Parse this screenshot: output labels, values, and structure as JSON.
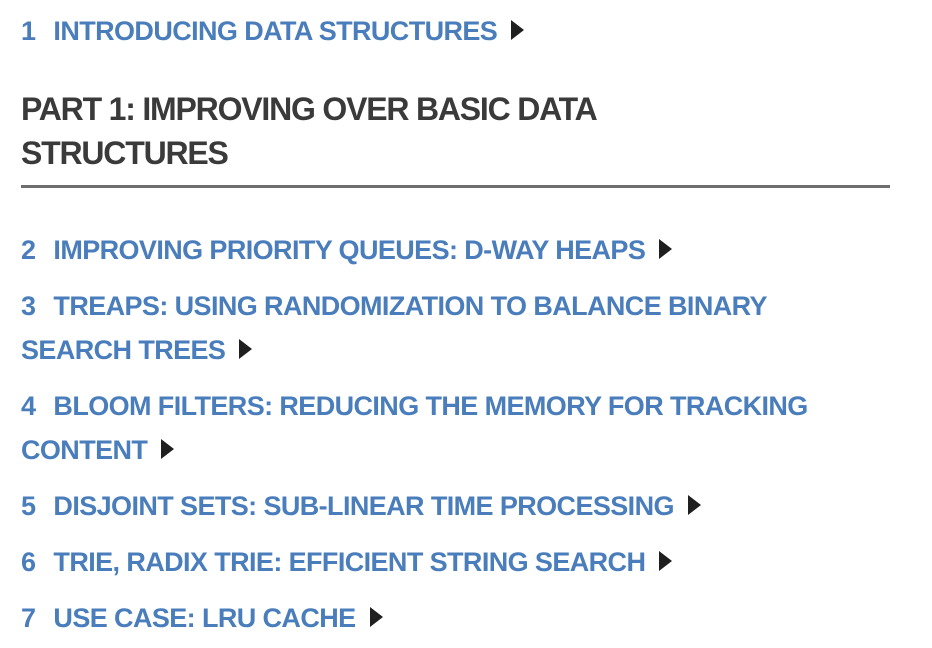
{
  "page": {
    "background_color": "#ffffff",
    "link_color": "#4A7DBB",
    "heading_color": "#3A3A3A",
    "arrow_color": "#1F1F1F",
    "divider_color": "#6E6E6E"
  },
  "toc": {
    "intro_chapters": [
      {
        "number": "1",
        "title": "INTRODUCING DATA STRUCTURES",
        "lines": [
          "INTRODUCING DATA STRUCTURES"
        ],
        "expand_icon": "right-triangle"
      }
    ],
    "part_heading": {
      "title": "PART 1: IMPROVING OVER BASIC DATA STRUCTURES",
      "lines": [
        "PART 1: IMPROVING OVER BASIC DATA",
        "STRUCTURES"
      ]
    },
    "part_chapters": [
      {
        "number": "2",
        "title": "IMPROVING PRIORITY QUEUES: D-WAY HEAPS",
        "lines": [
          "IMPROVING PRIORITY QUEUES: D-WAY HEAPS"
        ],
        "expand_icon": "right-triangle"
      },
      {
        "number": "3",
        "title": "TREAPS: USING RANDOMIZATION TO BALANCE BINARY SEARCH TREES",
        "lines": [
          "TREAPS: USING RANDOMIZATION TO BALANCE BINARY",
          "SEARCH TREES"
        ],
        "expand_icon": "right-triangle"
      },
      {
        "number": "4",
        "title": "BLOOM FILTERS: REDUCING THE MEMORY FOR TRACKING CONTENT",
        "lines": [
          "BLOOM FILTERS: REDUCING THE MEMORY FOR TRACKING",
          "CONTENT"
        ],
        "expand_icon": "right-triangle"
      },
      {
        "number": "5",
        "title": "DISJOINT SETS: SUB-LINEAR TIME PROCESSING",
        "lines": [
          "DISJOINT SETS: SUB-LINEAR TIME PROCESSING"
        ],
        "expand_icon": "right-triangle"
      },
      {
        "number": "6",
        "title": "TRIE, RADIX TRIE: EFFICIENT STRING SEARCH",
        "lines": [
          "TRIE, RADIX TRIE: EFFICIENT STRING SEARCH"
        ],
        "expand_icon": "right-triangle"
      },
      {
        "number": "7",
        "title": "USE CASE: LRU CACHE",
        "lines": [
          "USE CASE: LRU CACHE"
        ],
        "expand_icon": "right-triangle"
      }
    ]
  }
}
